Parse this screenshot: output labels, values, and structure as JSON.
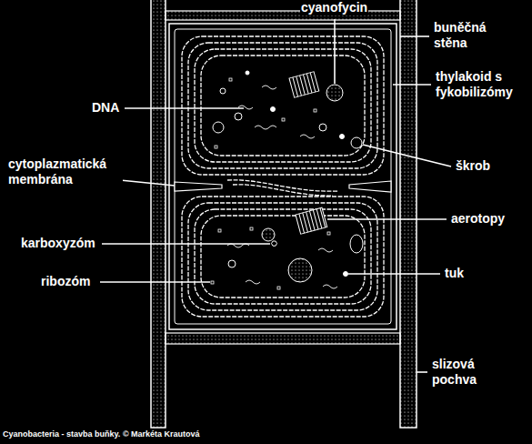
{
  "diagram": {
    "caption": "Cyanobacteria - stavba buňky. © Markéta Krautová",
    "labels": [
      "cyanofycin",
      "buněčná stěna",
      "DNA",
      "thylakoid s fykobilizómy",
      "škrob",
      "cytoplazmatická membrána",
      "aerotopy",
      "karboxyzóm",
      "ribozóm",
      "tuk",
      "slizová pochva"
    ]
  }
}
